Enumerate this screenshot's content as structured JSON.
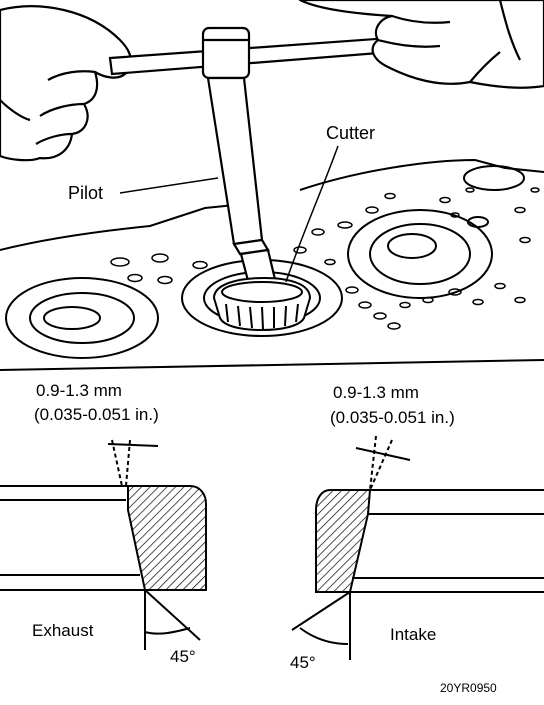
{
  "labels": {
    "pilot": "Pilot",
    "cutter": "Cutter",
    "exhaust_width_mm": "0.9-1.3 mm",
    "exhaust_width_in": "(0.035-0.051 in.)",
    "intake_width_mm": "0.9-1.3 mm",
    "intake_width_in": "(0.035-0.051 in.)",
    "exhaust": "Exhaust",
    "intake": "Intake",
    "exhaust_angle": "45°",
    "intake_angle": "45°",
    "figure_code": "20YR0950"
  },
  "icons": [
    "hand-icon",
    "t-handle-icon",
    "pilot-shaft-icon",
    "cutter-icon",
    "cylinder-head-icon",
    "valve-seat-icon"
  ],
  "colors": {
    "ink": "#000000",
    "paper": "#ffffff"
  }
}
